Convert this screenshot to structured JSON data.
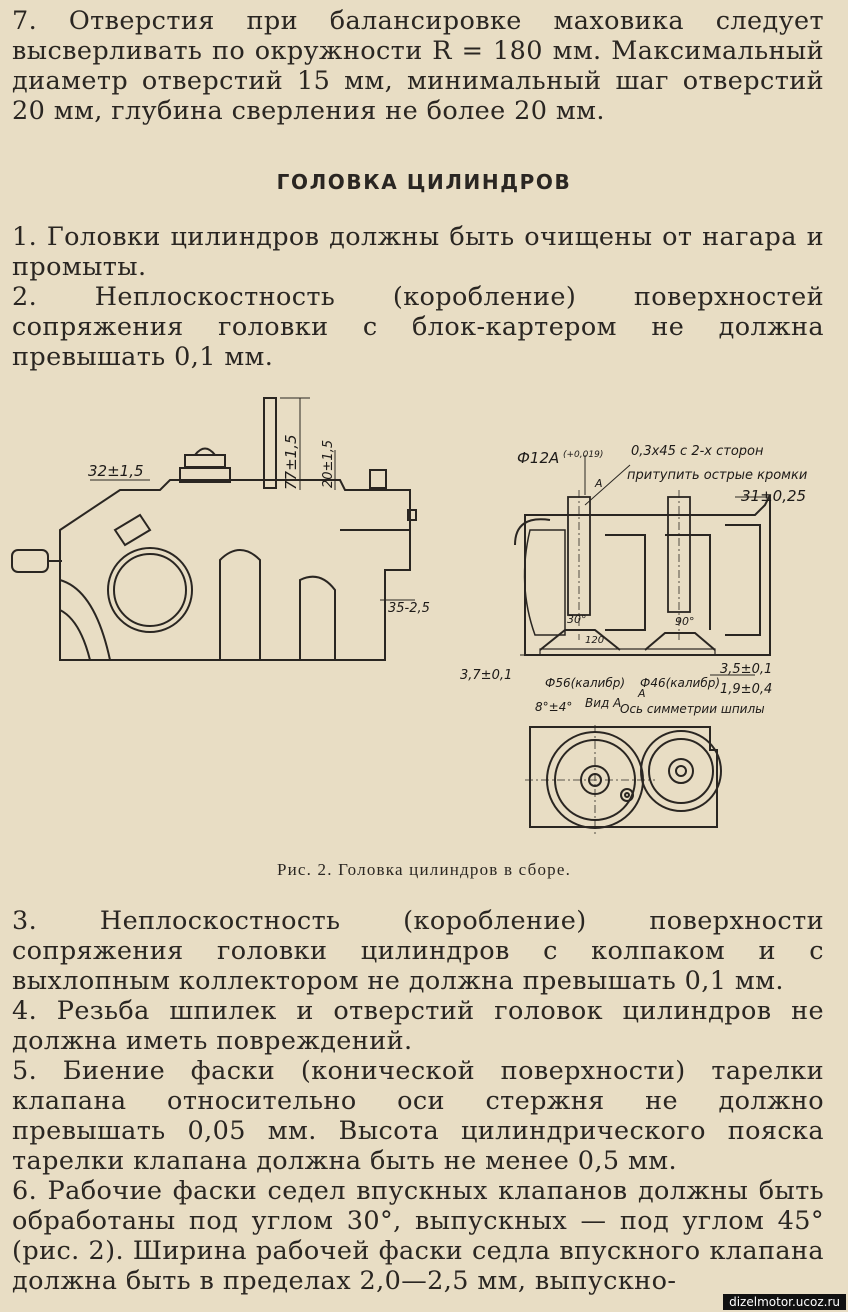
{
  "text": {
    "p7": "7. Отверстия при балансировке маховика следует высверливать по окружности R = 180 мм. Максимальный диаметр отверстий 15 мм, минимальный шаг отверстий 20 мм, глубина сверления не более 20 мм.",
    "heading": "ГОЛОВКА ЦИЛИНДРОВ",
    "p1": "1. Головки цилиндров должны быть очищены от нагара и промыты.",
    "p2": "2. Неплоскостность (коробление) поверхностей сопряжения головки с блок-картером не должна превышать 0,1 мм.",
    "caption": "Рис. 2. Головка цилиндров в сборе.",
    "p3": "3. Неплоскостность (коробление) поверхности сопряжения головки цилиндров с колпаком и с выхлопным коллектором не должна превышать 0,1 мм.",
    "p4": "4. Резьба шпилек и отверстий головок цилиндров не должна иметь повреждений.",
    "p5": "5. Биение фаски (конической поверхности) тарелки клапана относительно оси стержня не должно превышать 0,05 мм. Высота цилиндрического пояска тарелки клапана должна быть не менее 0,5 мм.",
    "p6": "6. Рабочие фаски седел впускных клапанов должны быть обработаны под углом 30°, выпускных — под углом 45° (рис. 2). Ширина рабочей фаски седла впускного клапана должна быть в пределах 2,0—2,5 мм, выпускно-",
    "watermark": "dizelmotor.ucoz.ru"
  },
  "figure": {
    "left_labels": {
      "dim_32": "32±1,5",
      "dim_77": "77±1,5",
      "dim_20": "20±1,5",
      "dim_35": "35-2,5"
    },
    "right_labels": {
      "dim_phi12": "Ф12А",
      "tol_phi12": "(+0,019)",
      "chamfer": "0,3х45 с 2-х сторон",
      "edges": "притупить острые кромки",
      "dim_31": "31±0,25",
      "view_a_top": "А",
      "dim_37": "3,7±0,1",
      "dim_35b": "3,5±0,1",
      "dim_19": "1,9±0,4",
      "phi56": "Ф56(калибр)",
      "phi46": "Ф46(калибр)",
      "view_a": "Вид А",
      "angle_a": "А",
      "angle": "8°±4°",
      "axis": "Ось симметрии шпилы",
      "deg30": "30°",
      "deg90": "90°",
      "deg120": "120"
    }
  }
}
